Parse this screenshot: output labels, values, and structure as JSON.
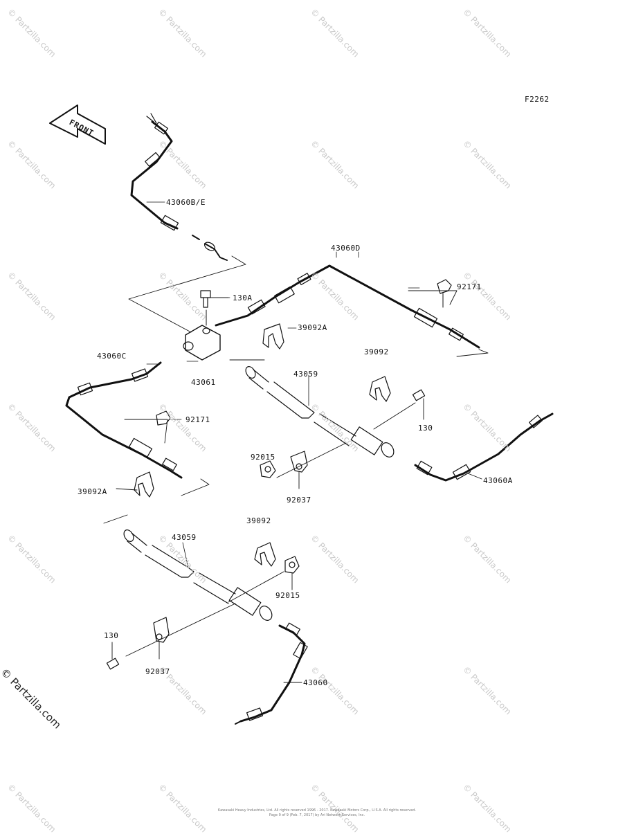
{
  "figure_code": "F2262",
  "front_label": "FRONT",
  "callouts": {
    "p43060be": "43060B/E",
    "p43060d": "43060D",
    "p92171_right": "92171",
    "p130a": "130A",
    "p39092a_top": "39092A",
    "p43060c": "43060C",
    "p43061": "43061",
    "p43059_upper": "43059",
    "p39092_upper": "39092",
    "p92171_left": "92171",
    "p130_right": "130",
    "p92015_left": "92015",
    "p92037_upper": "92037",
    "p43060a": "43060A",
    "p39092a_left": "39092A",
    "p43059_lower": "43059",
    "p39092_lower": "39092",
    "p92015_right": "92015",
    "p130_left": "130",
    "p92037_lower": "92037",
    "p43060": "43060"
  },
  "watermark": "© Partzilla.com",
  "footer": {
    "line1": "Kawasaki Heavy Industries, Ltd. All rights reserved 1996 - 2017. Kawasaki Motors Corp., U.S.A. All rights reserved.",
    "line2": "Page 9 of 9 (Feb. 7, 2017) by Ari Network Services, Inc."
  },
  "colors": {
    "line": "#111111",
    "watermark": "#c9c9c9",
    "background": "#ffffff"
  }
}
